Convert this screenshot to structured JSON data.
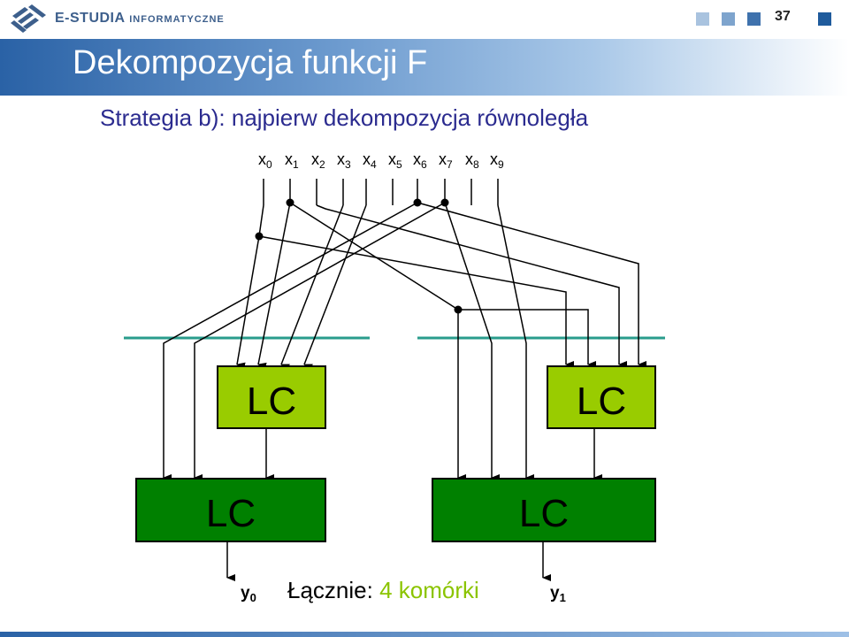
{
  "header": {
    "brand_main": "E-STUDIA",
    "brand_sub": "INFORMATYCZNE",
    "page_number": "37",
    "square_colors": [
      "#a9c3df",
      "#7ea4cd",
      "#3f72ad",
      "#1f5b9c"
    ]
  },
  "title": "Dekompozycja funkcji F",
  "subtitle": "Strategia b): najpierw dekompozycja równoległa",
  "inputs": [
    {
      "base": "x",
      "sub": "0"
    },
    {
      "base": "x",
      "sub": "1"
    },
    {
      "base": "x",
      "sub": "2"
    },
    {
      "base": "x",
      "sub": "3"
    },
    {
      "base": "x",
      "sub": "4"
    },
    {
      "base": "x",
      "sub": "5"
    },
    {
      "base": "x",
      "sub": "6"
    },
    {
      "base": "x",
      "sub": "7"
    },
    {
      "base": "x",
      "sub": "8"
    },
    {
      "base": "x",
      "sub": "9"
    }
  ],
  "cells": {
    "top_left": "LC",
    "top_right": "LC",
    "bottom_left": "LC",
    "bottom_right": "LC"
  },
  "outputs": [
    {
      "base": "y",
      "sub": "0"
    },
    {
      "base": "y",
      "sub": "1"
    }
  ],
  "summary": {
    "label": "Łącznie: ",
    "value": "4 komórki"
  },
  "colors": {
    "light_cell": "#99cc00",
    "dark_cell": "#008000",
    "bus_line": "#2a9c8c",
    "summary_value": "#8bc400"
  }
}
